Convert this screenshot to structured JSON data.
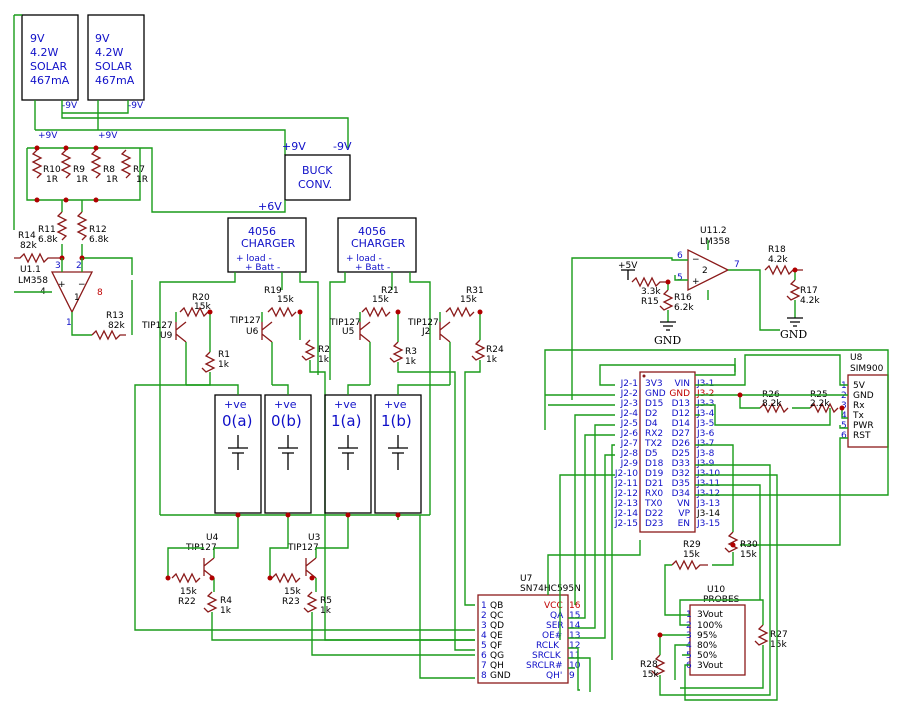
{
  "solar_panels": [
    {
      "lines": [
        "9V",
        "4.2W",
        "SOLAR",
        "467mA"
      ],
      "neg": "-9V",
      "pos": "+9V"
    },
    {
      "lines": [
        "9V",
        "4.2W",
        "SOLAR",
        "467mA"
      ],
      "neg": "-9V",
      "pos": "+9V"
    }
  ],
  "buck": {
    "lines": [
      "BUCK",
      "CONV."
    ],
    "vin_p": "+9V",
    "vin_n": "-9V",
    "vout": "+6V"
  },
  "parallel_resistors": [
    {
      "ref": "R10",
      "val": "1R"
    },
    {
      "ref": "R9",
      "val": "1R"
    },
    {
      "ref": "R8",
      "val": "1R"
    },
    {
      "ref": "R7",
      "val": "1R"
    }
  ],
  "u1": {
    "ref": "U1.1",
    "part": "LM358",
    "r11": "R11",
    "r11v": "6.8k",
    "r12": "R12",
    "r12v": "6.8k",
    "r14": "R14",
    "r14v": "82k",
    "r13": "R13",
    "r13v": "82k",
    "pin3": "3",
    "pin2": "2",
    "pin8": "8",
    "pin4": "4",
    "pin1": "1"
  },
  "chargers": [
    {
      "title": "4056",
      "sub": "CHARGER",
      "pins": "+ load -",
      "batt": "+ Batt -"
    },
    {
      "title": "4056",
      "sub": "CHARGER",
      "pins": "+ load -",
      "batt": "+ Batt -"
    }
  ],
  "top_transistors": [
    {
      "rb": "R20",
      "rbv": "15k",
      "part": "TIP127",
      "ref": "U9",
      "r": "R1",
      "rv": "1k"
    },
    {
      "rb": "R19",
      "rbv": "15k",
      "part": "TIP127",
      "ref": "U6",
      "r": "R2",
      "rv": "1k"
    },
    {
      "rb": "R21",
      "rbv": "15k",
      "part": "TIP127",
      "ref": "U5",
      "r": "R3",
      "rv": "1k"
    },
    {
      "rb": "R31",
      "rbv": "15k",
      "part": "TIP127",
      "ref": "J2",
      "r": "R24",
      "rv": "1k"
    }
  ],
  "batteries": [
    {
      "top": "+ve",
      "name": "0(a)"
    },
    {
      "top": "+ve",
      "name": "0(b)"
    },
    {
      "top": "+ve",
      "name": "1(a)"
    },
    {
      "top": "+ve",
      "name": "1(b)"
    }
  ],
  "bottom_transistors": [
    {
      "ref": "U4",
      "part": "TIP127",
      "rb": "R22",
      "rbv": "15k",
      "r": "R4",
      "rv": "1k"
    },
    {
      "ref": "U3",
      "part": "TIP127",
      "rb": "R23",
      "rbv": "15k",
      "r": "R5",
      "rv": "1k"
    }
  ],
  "u11": {
    "ref": "U11.2",
    "part": "LM358",
    "supply": "+5V",
    "r15": "R15",
    "r15v": "3.3k",
    "r16": "R16",
    "r16v": "6.2k",
    "r18": "R18",
    "r18v": "4.2k",
    "r17": "R17",
    "r17v": "4.2k",
    "gnd": "GND",
    "p6": "6",
    "p5": "5",
    "p7": "7"
  },
  "esp32": {
    "left_ext": [
      "J2-1",
      "J2-2",
      "J2-3",
      "J2-4",
      "J2-5",
      "J2-6",
      "J2-7",
      "J2-8",
      "J2-9",
      "J2-10",
      "J2-11",
      "J2-12",
      "J2-13",
      "J2-14",
      "J2-15"
    ],
    "left_int": [
      "3V3",
      "GND",
      "D15",
      "D2",
      "D4",
      "RX2",
      "TX2",
      "D5",
      "D18",
      "D19",
      "D21",
      "RX0",
      "TX0",
      "D22",
      "D23"
    ],
    "right_int": [
      "VIN",
      "GND",
      "D13",
      "D12",
      "D14",
      "D27",
      "D26",
      "D25",
      "D33",
      "D32",
      "D35",
      "D34",
      "VN",
      "VP",
      "EN"
    ],
    "right_ext": [
      "J3-1",
      "J3-2",
      "J3-3",
      "J3-4",
      "J3-5",
      "J3-6",
      "J3-7",
      "J3-8",
      "J3-9",
      "J3-10",
      "J3-11",
      "J3-12",
      "J3-13",
      "J3-14",
      "J3-15"
    ]
  },
  "sim900": {
    "ref": "U8",
    "part": "SIM900",
    "pins": [
      "5V",
      "GND",
      "Rx",
      "Tx",
      "PWR",
      "RST"
    ],
    "nums": [
      "1",
      "2",
      "3",
      "4",
      "5",
      "6"
    ],
    "r26": "R26",
    "r26v": "8.2k",
    "r25": "R25",
    "r25v": "2.2k"
  },
  "sr": {
    "ref": "U7",
    "part": "SN74HC595N",
    "left": [
      "QB",
      "QC",
      "QD",
      "QE",
      "QF",
      "QG",
      "QH",
      "GND"
    ],
    "lnum": [
      "1",
      "2",
      "3",
      "4",
      "5",
      "6",
      "7",
      "8"
    ],
    "right": [
      "VCC",
      "QA",
      "SER",
      "OE#",
      "RCLK",
      "SRCLK",
      "SRCLR#",
      "QH'"
    ],
    "rnum": [
      "16",
      "15",
      "14",
      "13",
      "12",
      "11",
      "10",
      "9"
    ]
  },
  "probes": {
    "ref": "U10",
    "part": "PROBES",
    "pins": [
      "3Vout",
      "100%",
      "95%",
      "80%",
      "50%",
      "3Vout"
    ],
    "nums": [
      "1",
      "2",
      "3",
      "4",
      "5",
      "6"
    ],
    "r29": "R29",
    "r29v": "15k",
    "r30": "R30",
    "r30v": "15k",
    "r27": "R27",
    "r27v": "15k",
    "r28": "R28",
    "r28v": "15k"
  }
}
